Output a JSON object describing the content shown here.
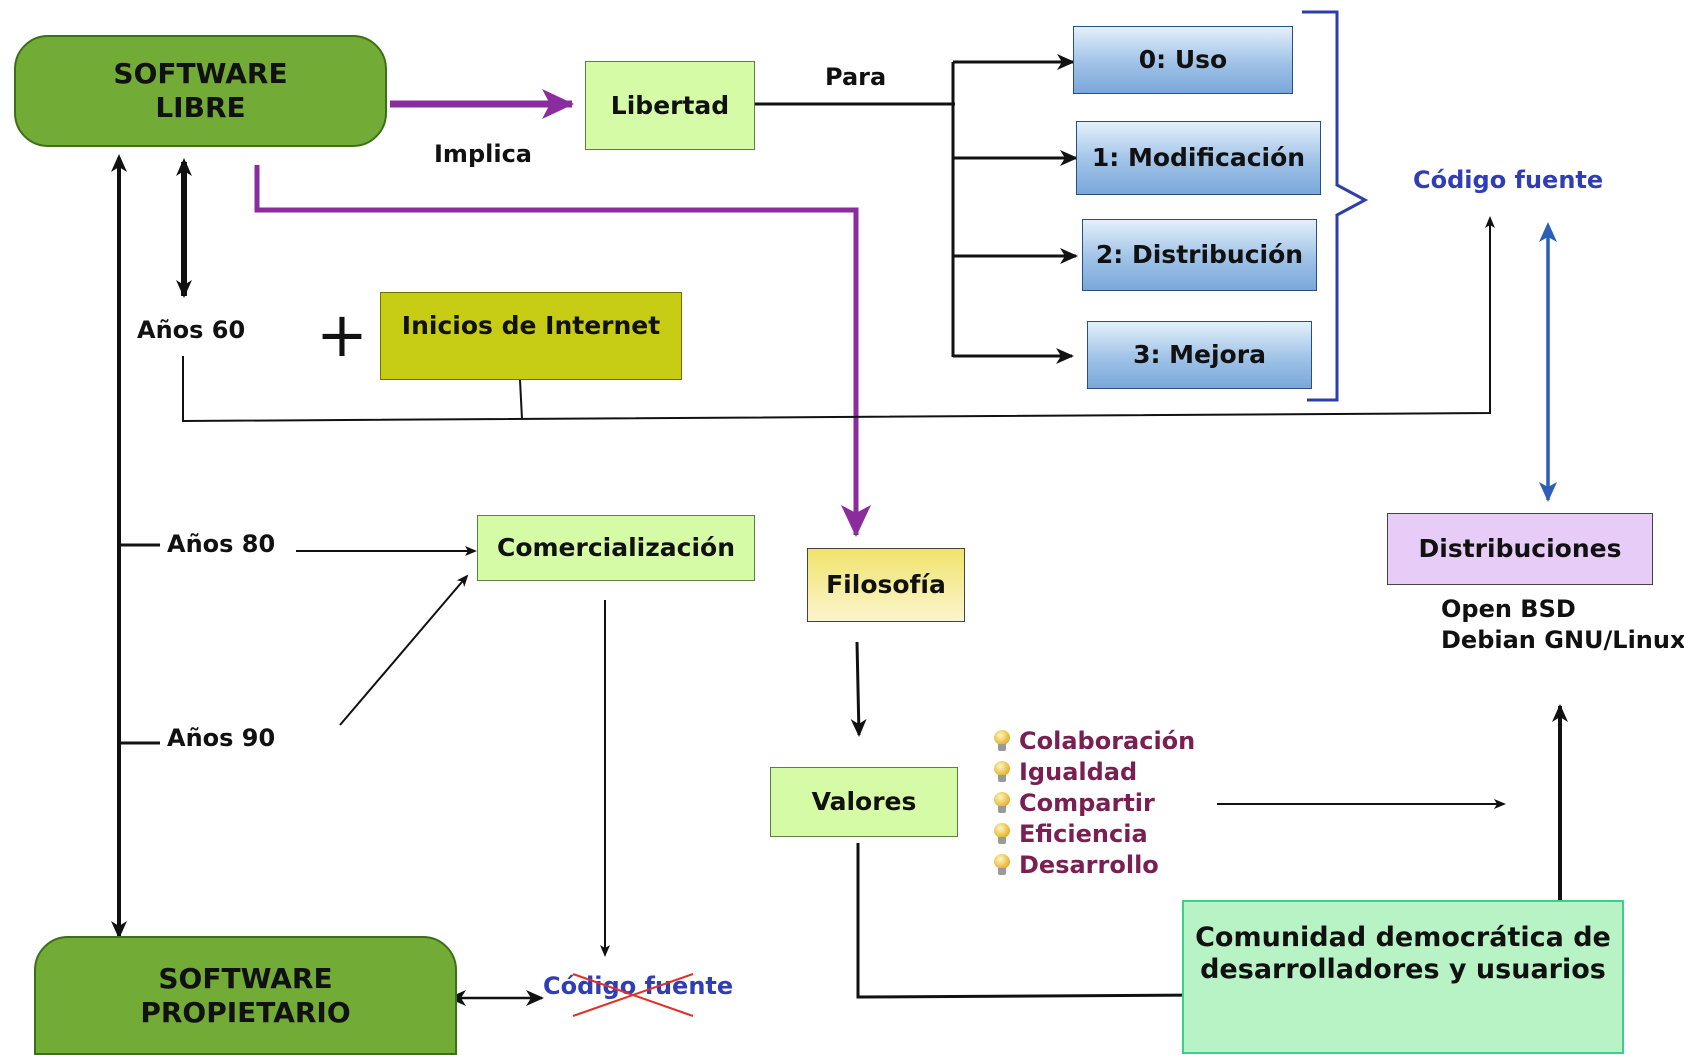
{
  "nodes": {
    "software_libre": "SOFTWARE\nLIBRE",
    "software_propietario": "SOFTWARE\nPROPIETARIO",
    "libertad": "Libertad",
    "uso": "0: Uso",
    "modificacion": "1: Modificación",
    "distribucion": "2: Distribución",
    "mejora": "3: Mejora",
    "inicios_internet": "Inicios de Internet",
    "comercializacion": "Comercialización",
    "filosofia": "Filosofía",
    "valores": "Valores",
    "distribuciones": "Distribuciones",
    "comunidad": "Comunidad democrática de\ndesarrolladores y usuarios"
  },
  "labels": {
    "implica": "Implica",
    "para": "Para",
    "anos_60": "Años 60",
    "anos_80": "Años 80",
    "anos_90": "Años 90",
    "plus": "+",
    "codigo_fuente": "Código fuente",
    "codigo_fuente_tachado": "Código fuente",
    "open_bsd": "Open BSD",
    "debian": "Debian GNU/Linux"
  },
  "valores_list": [
    "Colaboración",
    "Igualdad",
    "Compartir",
    "Eficiencia",
    "Desarrollo"
  ],
  "colors": {
    "software_green": "#73ab37",
    "light_green": "#d5fba7",
    "purple_arrow": "#8a2b9e",
    "brace_blue": "#2c3ea8",
    "valores_text": "#7a1f52",
    "strike_red": "#e0302a"
  }
}
